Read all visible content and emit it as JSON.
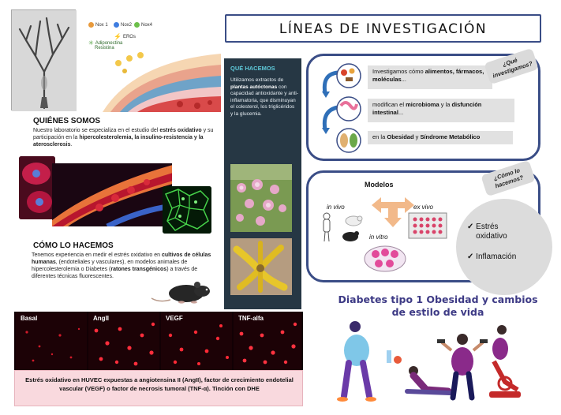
{
  "page": {
    "title": "LÍNEAS DE INVESTIGACIÓN"
  },
  "legend": {
    "items": [
      "Nox 1",
      "Nox2",
      "Nox4",
      "EROs",
      "Adiponectina",
      "Resistina"
    ],
    "colors": [
      "#e89a3c",
      "#3f7de0",
      "#6cbf4a",
      "#d9442b",
      "#5aa84a",
      "#333333"
    ]
  },
  "who": {
    "heading": "QUIÉNES SOMOS",
    "text_parts": [
      "Nuestro laboratorio se especializa en el estudio del ",
      "estrés oxidativo",
      " y su participación en la ",
      "hipercolesterolemia, la insulino-resistencia y la aterosclerosis",
      "."
    ]
  },
  "how": {
    "heading": "CÓMO LO HACEMOS",
    "text_parts": [
      "Tenemos experiencia en medir el estrés oxidativo en ",
      "cultivos de células humanas",
      ", (endoteliales y vasculares), en modelos animales de hipercolesterolemia o Diabetes (",
      "ratones transgénicos",
      ") a través de diferentes técnicas fluorescentes."
    ]
  },
  "fluorescence": {
    "labels": [
      "Basal",
      "AngII",
      "VEGF",
      "TNF-alfa"
    ],
    "caption": "Estrés oxidativo  en HUVEC expuestas a angiotensina II (AngII), factor de crecimiento endotelial vascular (VEGF) o factor de necrosis tumoral (TNF-α). Tinción con DHE"
  },
  "what_we_do": {
    "heading": "QUÉ HACEMOS",
    "text_parts": [
      "Utilizamos extractos de ",
      "plantas autóctonas",
      " con capacidad antioxidante y anti-inflamatoria, que disminuyan el colesterol, los triglicéridos y la glucemia."
    ]
  },
  "investigate": {
    "bubble": "¿Qué investigamos?",
    "rows": [
      {
        "parts": [
          "Investigamos cómo ",
          "alimentos, fármacos, moléculas",
          "..."
        ]
      },
      {
        "parts": [
          "modifican el ",
          "microbioma",
          " y la ",
          "disfunción intestinal",
          "..."
        ]
      },
      {
        "parts": [
          "en la ",
          "Obesidad",
          " y ",
          "Síndrome Metabólico",
          ""
        ]
      }
    ]
  },
  "methods": {
    "bubble": "¿Cómo lo hacemos?",
    "models_title": "Modelos",
    "in_vivo": "in vivo",
    "ex_vivo": "ex vivo",
    "in_vitro": "in vitro",
    "checks": [
      "Estrés oxidativo",
      "Inflamación"
    ]
  },
  "diabetes": {
    "title": "Diabetes tipo 1  Obesidad y cambios de estilo de vida"
  },
  "colors": {
    "frame_blue": "#3a4d86",
    "dark_panel": "#263744",
    "accent_cyan": "#5ec8d8",
    "caption_pink": "#f9d9de",
    "diabetes_purple": "#3d3a85"
  }
}
